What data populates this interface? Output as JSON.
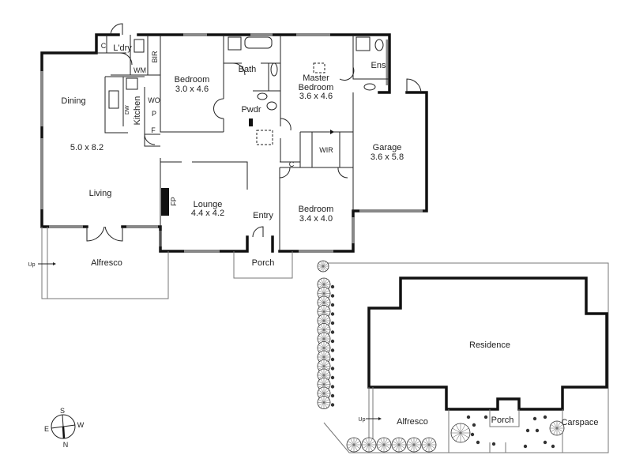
{
  "floorplan": {
    "rooms": {
      "laundry": "L'dry",
      "linen_c": "C",
      "bir": "BIR",
      "wm": "WM",
      "bedroom1_name": "Bedroom",
      "bedroom1_size": "3.0 x 4.6",
      "bath": "Bath",
      "master_name_1": "Master",
      "master_name_2": "Bedroom",
      "master_size": "3.6 x 4.6",
      "ens": "Ens",
      "dining": "Dining",
      "kitchen": "Kitchen",
      "dw": "DW",
      "wo": "WO",
      "pantry": "P",
      "fridge": "F",
      "pwdr": "Pwdr",
      "living_size": "5.0 x 8.2",
      "living": "Living",
      "wir": "WIR",
      "cupboard_c": "C",
      "garage_name": "Garage",
      "garage_size": "3.6 x 5.8",
      "fireplace": "FP",
      "lounge_name": "Lounge",
      "lounge_size": "4.4 x 4.2",
      "entry": "Entry",
      "bedroom2_name": "Bedroom",
      "bedroom2_size": "3.4 x 4.0",
      "alfresco": "Alfresco",
      "porch": "Porch",
      "up": "Up"
    }
  },
  "siteplan": {
    "residence": "Residence",
    "alfresco": "Alfresco",
    "porch": "Porch",
    "carspace": "Carspace",
    "up": "Up"
  },
  "compass": {
    "s": "S",
    "w": "W",
    "e": "E",
    "n": "N"
  }
}
